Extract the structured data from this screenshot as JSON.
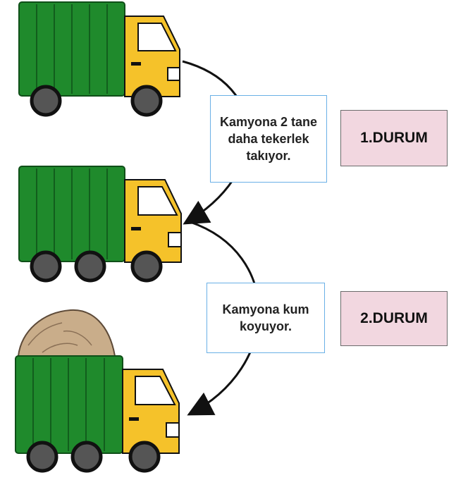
{
  "steps": [
    {
      "note": "Kamyona 2 tane daha tekerlek takıyor.",
      "state": "1.DURUM"
    },
    {
      "note": "Kamyona kum koyuyor.",
      "state": "2.DURUM"
    }
  ],
  "trucks": [
    {
      "wheels": 2,
      "load": "none"
    },
    {
      "wheels": 3,
      "load": "none"
    },
    {
      "wheels": 3,
      "load": "sand"
    }
  ],
  "colors": {
    "cargo": "#1f8a2c",
    "cab": "#f5c22a",
    "wheel": "#555555",
    "sand": "#c9ad8a",
    "note_border": "#6ab0e6",
    "state_fill": "#f2d7e0"
  }
}
